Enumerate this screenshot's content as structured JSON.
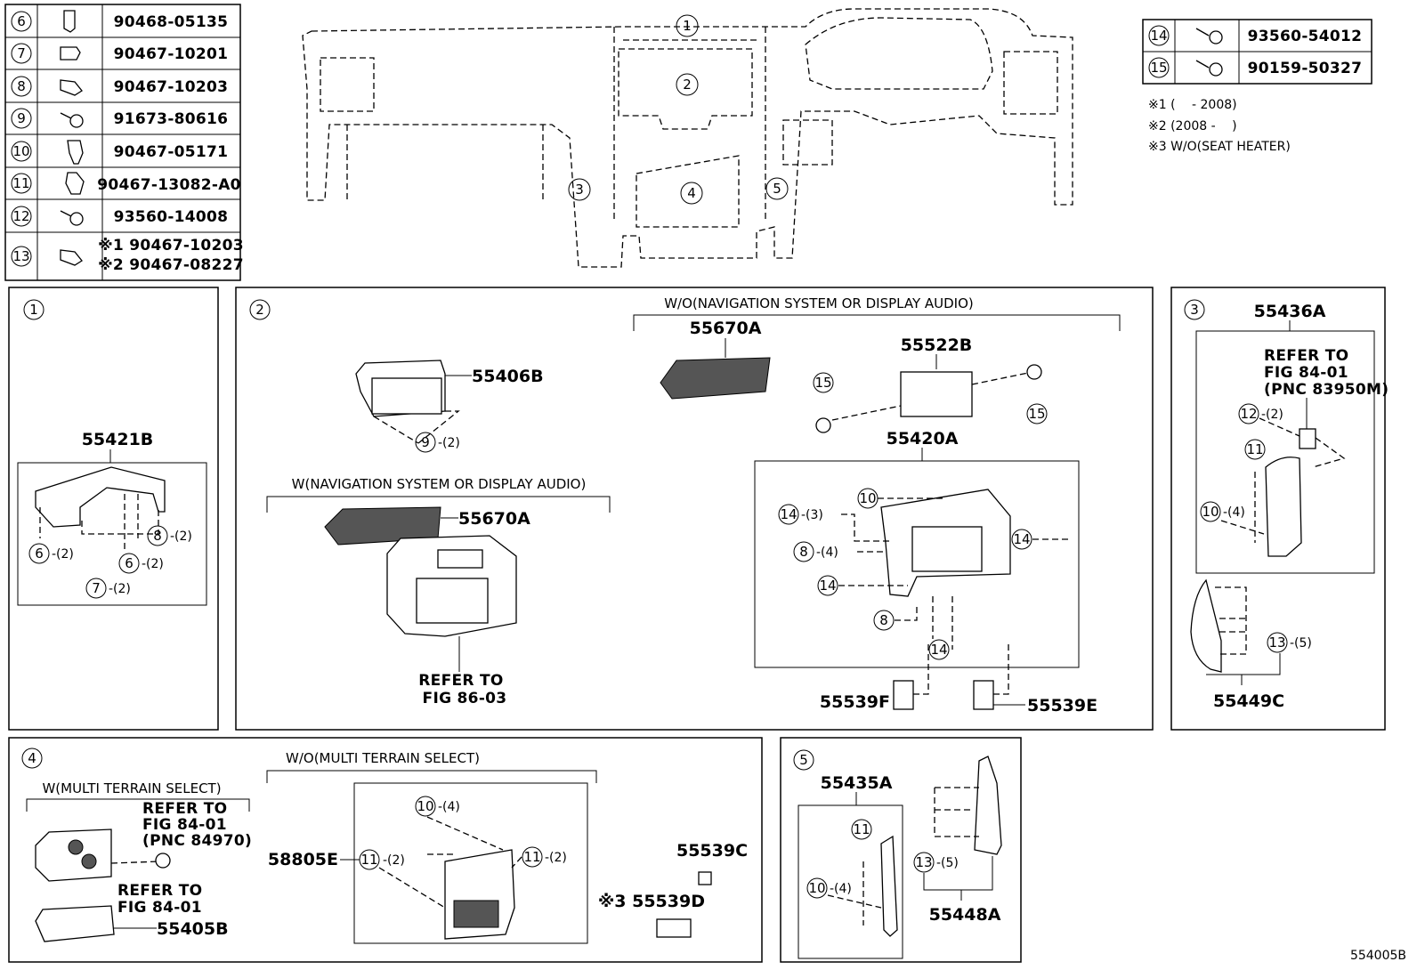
{
  "fastener_table_left": [
    {
      "ref": "6",
      "part": "90468-05135"
    },
    {
      "ref": "7",
      "part": "90467-10201"
    },
    {
      "ref": "8",
      "part": "90467-10203"
    },
    {
      "ref": "9",
      "part": "91673-80616"
    },
    {
      "ref": "10",
      "part": "90467-05171"
    },
    {
      "ref": "11",
      "part": "90467-13082-A0"
    },
    {
      "ref": "12",
      "part": "93560-14008"
    },
    {
      "ref": "13",
      "part": "※1 90467-10203",
      "part2": "※2 90467-08227"
    }
  ],
  "fastener_table_right": [
    {
      "ref": "14",
      "part": "93560-54012"
    },
    {
      "ref": "15",
      "part": "90159-50327"
    }
  ],
  "notes": [
    "※1 (　 - 2008)",
    "※2 (2008 - 　)",
    "※3 W/O(SEAT HEATER)"
  ],
  "overview_refs": [
    "1",
    "2",
    "3",
    "4",
    "5"
  ],
  "panel1": {
    "ref": "1",
    "part": "55421B",
    "callouts": [
      "6",
      "-(2)",
      "8",
      "-(2)",
      "6",
      "-(2)",
      "7",
      "-(2)"
    ]
  },
  "panel2": {
    "ref": "2",
    "wo_caption": "W/O(NAVIGATION SYSTEM OR DISPLAY AUDIO)",
    "w_caption": "W(NAVIGATION SYSTEM OR DISPLAY AUDIO)",
    "parts": [
      "55406B",
      "55670A",
      "55522B",
      "55420A",
      "55670A",
      "55539F",
      "55539E"
    ],
    "refer": [
      "REFER TO",
      "FIG 86-03"
    ],
    "callouts": {
      "c9": "9",
      "c9q": "-(2)",
      "c15a": "15",
      "c15b": "15",
      "c10": "10",
      "c14a": "14",
      "c14aq": "-(3)",
      "c14b": "14",
      "c8a": "8",
      "c8aq": "-(4)",
      "c14c": "14",
      "c8b": "8",
      "c14d": "14"
    }
  },
  "panel3": {
    "ref": "3",
    "part_top": "55436A",
    "part_bottom": "55449C",
    "refer": [
      "REFER TO",
      "FIG 84-01",
      "(PNC 83950M)"
    ],
    "callouts": {
      "c12": "12",
      "c12q": "-(2)",
      "c11": "11",
      "c10": "10",
      "c10q": "-(4)",
      "c13": "13",
      "c13q": "-(5)"
    }
  },
  "panel4": {
    "ref": "4",
    "w_caption": "W(MULTI TERRAIN SELECT)",
    "wo_caption": "W/O(MULTI TERRAIN SELECT)",
    "refer1": [
      "REFER TO",
      "FIG 84-01",
      "(PNC 84970)"
    ],
    "refer2": [
      "REFER TO",
      "FIG 84-01"
    ],
    "parts": {
      "p55405B": "55405B",
      "p58805E": "58805E",
      "p55539C": "55539C",
      "p55539D": "※3 55539D"
    },
    "callouts": {
      "c10": "10",
      "c10q": "-(4)",
      "c11a": "11",
      "c11aq": "-(2)",
      "c11b": "11",
      "c11bq": "-(2)"
    }
  },
  "panel5": {
    "ref": "5",
    "part_top": "55435A",
    "part_right": "55448A",
    "callouts": {
      "c11": "11",
      "c10": "10",
      "c10q": "-(4)",
      "c13": "13",
      "c13q": "-(5)"
    }
  },
  "figure_code": "554005B"
}
